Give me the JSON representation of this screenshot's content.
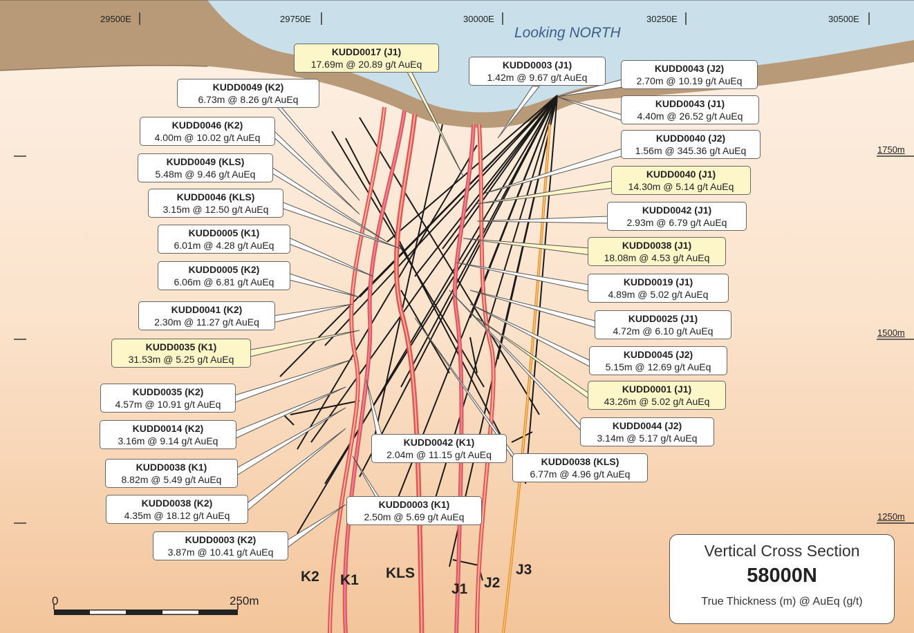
{
  "view_direction": "Looking NORTH",
  "eastings": [
    "29500E",
    "29750E",
    "30000E",
    "30250E",
    "30500E"
  ],
  "elevations": [
    "1750m",
    "1500m",
    "1250m"
  ],
  "veins": [
    "K2",
    "K1",
    "KLS",
    "J1",
    "J2",
    "J3"
  ],
  "colors": {
    "sky": "#c9dfea",
    "ground_top": "#fbe9da",
    "ground_bottom": "#f3c79e",
    "surface": "#b89a78",
    "vein_red": "#e5554f",
    "vein_pink": "#e08ab0",
    "vein_orange": "#ef8a1e",
    "drillhole": "#1a1a1a",
    "highlight": "#fdf6c8"
  },
  "intercepts": [
    {
      "hole": "KUDD0017 (J1)",
      "grade": "17.69m @ 20.89 g/t AuEq",
      "highlight": true
    },
    {
      "hole": "KUDD0003 (J1)",
      "grade": "1.42m @ 9.67 g/t AuEq",
      "highlight": false
    },
    {
      "hole": "KUDD0043 (J2)",
      "grade": "2.70m @ 10.19 g/t AuEq",
      "highlight": false
    },
    {
      "hole": "KUDD0049 (K2)",
      "grade": "6.73m @ 8.26 g/t AuEq",
      "highlight": false
    },
    {
      "hole": "KUDD0043 (J1)",
      "grade": "4.40m @ 26.52 g/t AuEq",
      "highlight": false
    },
    {
      "hole": "KUDD0046 (K2)",
      "grade": "4.00m @ 10.02 g/t AuEq",
      "highlight": false
    },
    {
      "hole": "KUDD0040 (J2)",
      "grade": "1.56m @ 345.36 g/t AuEq",
      "highlight": false
    },
    {
      "hole": "KUDD0049 (KLS)",
      "grade": "5.48m @ 9.46 g/t AuEq",
      "highlight": false
    },
    {
      "hole": "KUDD0040 (J1)",
      "grade": "14.30m @ 5.14 g/t AuEq",
      "highlight": true
    },
    {
      "hole": "KUDD0046 (KLS)",
      "grade": "3.15m @ 12.50 g/t AuEq",
      "highlight": false
    },
    {
      "hole": "KUDD0042 (J1)",
      "grade": "2.93m @ 6.79 g/t AuEq",
      "highlight": false
    },
    {
      "hole": "KUDD0005 (K1)",
      "grade": "6.01m @ 4.28 g/t AuEq",
      "highlight": false
    },
    {
      "hole": "KUDD0038 (J1)",
      "grade": "18.08m @ 4.53 g/t AuEq",
      "highlight": true
    },
    {
      "hole": "KUDD0005 (K2)",
      "grade": "6.06m @ 6.81 g/t AuEq",
      "highlight": false
    },
    {
      "hole": "KUDD0019 (J1)",
      "grade": "4.89m @ 5.02 g/t AuEq",
      "highlight": false
    },
    {
      "hole": "KUDD0041 (K2)",
      "grade": "2.30m @ 11.27 g/t AuEq",
      "highlight": false
    },
    {
      "hole": "KUDD0025 (J1)",
      "grade": "4.72m @ 6.10 g/t AuEq",
      "highlight": false
    },
    {
      "hole": "KUDD0035 (K1)",
      "grade": "31.53m @ 5.25 g/t AuEq",
      "highlight": true
    },
    {
      "hole": "KUDD0045 (J2)",
      "grade": "5.15m @ 12.69 g/t AuEq",
      "highlight": false
    },
    {
      "hole": "KUDD0035 (K2)",
      "grade": "4.57m @ 10.91 g/t AuEq",
      "highlight": false
    },
    {
      "hole": "KUDD0001 (J1)",
      "grade": "43.26m @ 5.02 g/t AuEq",
      "highlight": true
    },
    {
      "hole": "KUDD0014 (K2)",
      "grade": "3.16m @ 9.14 g/t AuEq",
      "highlight": false
    },
    {
      "hole": "KUDD0044 (J2)",
      "grade": "3.14m @ 5.17 g/t AuEq",
      "highlight": false
    },
    {
      "hole": "KUDD0042 (K1)",
      "grade": "2.04m @ 11.15 g/t AuEq",
      "highlight": false
    },
    {
      "hole": "KUDD0038 (K1)",
      "grade": "8.82m @ 5.49 g/t AuEq",
      "highlight": false
    },
    {
      "hole": "KUDD0038 (KLS)",
      "grade": "6.77m @ 4.96 g/t AuEq",
      "highlight": false
    },
    {
      "hole": "KUDD0038 (K2)",
      "grade": "4.35m @ 18.12 g/t AuEq",
      "highlight": false
    },
    {
      "hole": "KUDD0003 (K1)",
      "grade": "2.50m @ 5.69 g/t AuEq",
      "highlight": false
    },
    {
      "hole": "KUDD0003 (K2)",
      "grade": "3.87m @ 10.41 g/t AuEq",
      "highlight": false
    }
  ],
  "scale": {
    "start": "0",
    "end": "250m"
  },
  "title_box": {
    "line1": "Vertical Cross Section",
    "section": "58000N",
    "legend": "True Thickness (m) @ AuEq (g/t)"
  }
}
